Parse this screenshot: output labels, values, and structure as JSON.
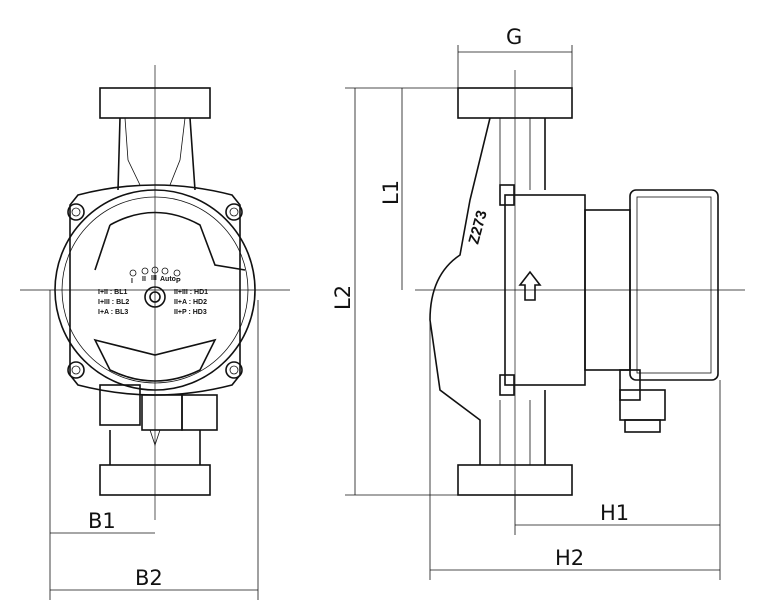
{
  "dimensions": {
    "G": "G",
    "L1": "L1",
    "L2": "L2",
    "H1": "H1",
    "H2": "H2",
    "B1": "B1",
    "B2": "B2"
  },
  "model_marking": "Z273",
  "speed_indicators": [
    "I",
    "II",
    "III",
    "Auto",
    "P"
  ],
  "mode_table_left": [
    "I+II : BL1",
    "I+III : BL2",
    "I+A : BL3"
  ],
  "mode_table_right": [
    "II+III : HD1",
    "II+A : HD2",
    "II+P : HD3"
  ]
}
